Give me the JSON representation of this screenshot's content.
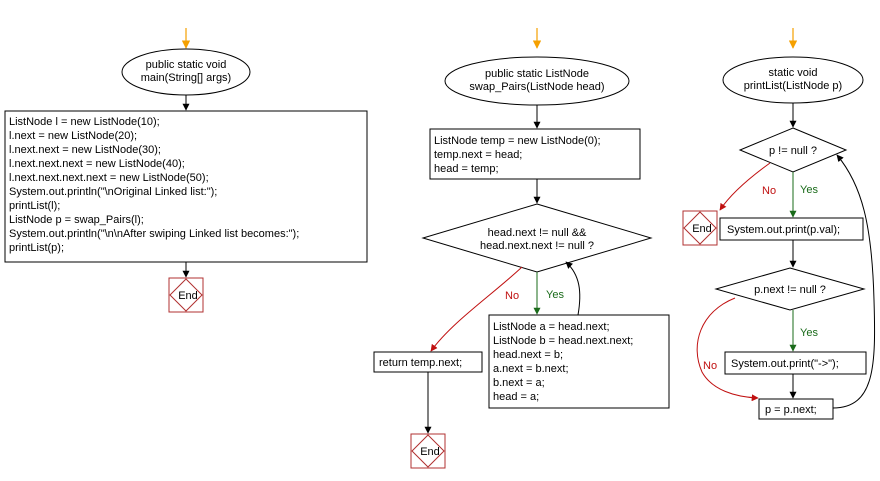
{
  "colors": {
    "start_arrow": "#f5a000",
    "yes": "#1a6b1a",
    "no": "#c01010",
    "end_border": "#b03030",
    "stroke": "#000000"
  },
  "main": {
    "start_line1": "public static void",
    "start_line2": "main(String[] args)",
    "code": [
      "ListNode l = new ListNode(10);",
      "l.next = new ListNode(20);",
      "l.next.next = new ListNode(30);",
      "l.next.next.next = new ListNode(40);",
      "l.next.next.next.next = new ListNode(50);",
      "System.out.println(\"\\nOriginal Linked list:\");",
      "printList(l);",
      "ListNode p = swap_Pairs(l);",
      "System.out.println(\"\\n\\nAfter swiping Linked list becomes:\");",
      "printList(p);"
    ],
    "end": "End"
  },
  "swap": {
    "start_line1": "public static ListNode",
    "start_line2": "swap_Pairs(ListNode head)",
    "init_code": [
      "ListNode temp = new ListNode(0);",
      "temp.next = head;",
      "head = temp;"
    ],
    "decision_line1": "head.next != null &&",
    "decision_line2": "head.next.next != null ?",
    "yes": "Yes",
    "no": "No",
    "loop_code": [
      "ListNode a = head.next;",
      "ListNode b = head.next.next;",
      "head.next = b;",
      "a.next = b.next;",
      "b.next = a;",
      "head = a;"
    ],
    "return": "return temp.next;",
    "end": "End"
  },
  "print": {
    "start_line1": "static void",
    "start_line2": "printList(ListNode p)",
    "decision1": "p != null ?",
    "end": "End",
    "print_val": "System.out.print(p.val);",
    "decision2": "p.next != null ?",
    "print_arrow": "System.out.print(\"->\");",
    "advance": "p = p.next;",
    "yes1": "Yes",
    "no1": "No",
    "yes2": "Yes",
    "no2": "No"
  }
}
